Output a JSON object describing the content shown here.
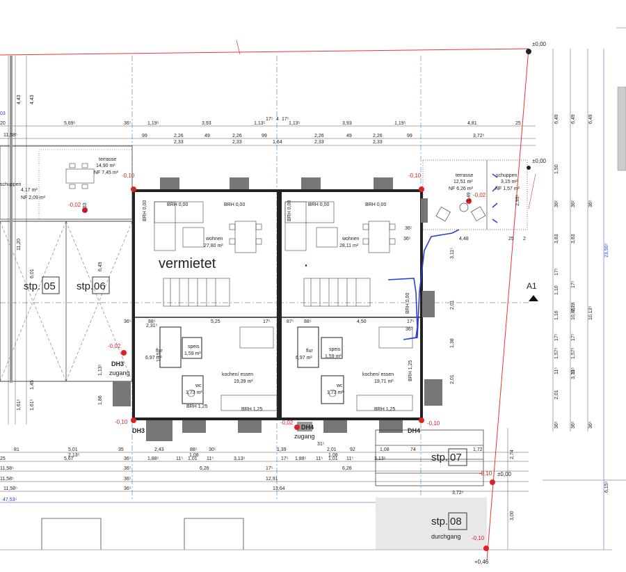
{
  "vermietet": "vermietet",
  "section_label": "A1",
  "levels": {
    "top_right": "±0,00",
    "terrace_right": "±0,00",
    "lower_right": "±0,00",
    "bottom": "+0,46",
    "m002a": "-0,02",
    "m002b": "-0,02",
    "m002c": "-0,02",
    "m002d": "-0,02",
    "m010a": "-0,10",
    "m010b": "-0,10",
    "m010c": "-0,10",
    "m010d": "-0,10",
    "m010e": "-0,10",
    "m010f": "-0,10"
  },
  "parking": {
    "p05": {
      "prefix": "stp.",
      "num": "05"
    },
    "p06": {
      "prefix": "stp.",
      "num": "06"
    },
    "p07": {
      "prefix": "stp.",
      "num": "07"
    },
    "p08": {
      "prefix": "stp.",
      "num": "08"
    },
    "durchgang": "durchgang"
  },
  "houses": {
    "dh3": "DH3",
    "dh3b": "DH3",
    "dh3_zugang": "zugang",
    "dh4": "DH4",
    "dh4b": "DH4",
    "dh4_zugang": "zugang"
  },
  "rooms": {
    "left_wohnen": "wohnen",
    "left_wohnen_area": "27,80 m²",
    "right_wohnen": "wohnen",
    "right_wohnen_area": "28,11 m²",
    "left_flur": "flur",
    "left_flur_area": "6,97 m²",
    "right_flur": "flur",
    "right_flur_area": "6,97 m²",
    "left_speis": "speis",
    "left_speis_area": "1,59 m²",
    "right_speis": "speis",
    "right_speis_area": "1,59 m²",
    "left_wc": "wc",
    "left_wc_area": "1,73 m²",
    "right_wc": "wc",
    "right_wc_area": "1,73 m²",
    "left_kochen": "kochen/ essen",
    "left_kochen_area": "19,39 m²",
    "right_kochen": "kochen/ essen",
    "right_kochen_area": "19,71 m²",
    "brh_000": "BRH 0,00",
    "brh_125": "BRH 1,25",
    "terrasse_l": "terrasse",
    "terrasse_l_area": "14,90 m²",
    "terrasse_l_nf": "NF 7,45 m²",
    "schuppen_l": "schuppen",
    "schuppen_l_area": "4,17 m²",
    "schuppen_l_nf": "NF 2,09 m²",
    "terrasse_r": "terrasse",
    "terrasse_r_area": "12,51 m²",
    "terrasse_r_nf": "NF 6,26 m²",
    "schuppen_r": "schuppen",
    "schuppen_r_area": "3,15 m²",
    "schuppen_r_nf": "NF 1,57 m²"
  },
  "dims_top": {
    "r1": [
      "5,69⁵",
      "36⁵",
      "1,19⁵",
      "3,93",
      "1,13⁵",
      "17⁵",
      "4",
      "17⁵",
      "1,13⁵",
      "3,93",
      "1,19⁵",
      "4,81",
      "25"
    ],
    "r2": [
      "99",
      "2,26",
      "49",
      "2,26",
      "99",
      "2,26",
      "49",
      "2,26",
      "99",
      "3,72⁵"
    ],
    "r3": [
      "2,33",
      "2,33",
      "1,64",
      "2,33",
      "2,33"
    ],
    "left_a": "20",
    "left_b": "11,58⁵",
    "left_c": "03",
    "vert_a": "4,43",
    "vert_b": "4,43"
  },
  "dims_mid": {
    "d525": "5,25",
    "d450": "4,50",
    "d448": "4,48",
    "d36a": "36⁵",
    "d36b": "36⁵",
    "d25": "25",
    "d2": "2",
    "d88a": "88⁵",
    "d88b": "88⁵",
    "d17a": "17⁵",
    "d17b": "17⁵",
    "d87": "87⁵",
    "d231": "2,31⁵",
    "d36c": "36⁵",
    "d36d": "36⁵",
    "v1120": "11,20",
    "v601": "6,01",
    "v649": "6,49",
    "v145": "1,45",
    "v161a": "1,61⁵",
    "v161b": "1,61⁵",
    "v186": "1,86",
    "v311": "3,11⁵",
    "v201": "2,01",
    "v113a": "1,13⁵",
    "v138": "1,38",
    "v201b": "2,01",
    "v115": "1,15",
    "v299": "2,99⁵",
    "v149": "1,49",
    "v233": "2,33"
  },
  "dims_bottom": {
    "r1": [
      "81",
      "5,01",
      "35",
      "2,43",
      "88⁵",
      "30⁵",
      "1,39",
      "31⁵",
      "2,01",
      "92",
      "1,08",
      "74",
      "1,72"
    ],
    "r2": [
      "25",
      "2,13⁵",
      "1,08",
      "1,08"
    ],
    "r3": [
      "5,67",
      "36⁵",
      "1,88⁵",
      "11⁵",
      "1,01",
      "11⁵",
      "3,13⁵",
      "17⁵",
      "1,88⁵",
      "11⁵",
      "1,01",
      "11⁵",
      "3,13⁵"
    ],
    "r4": [
      "11,58⁵",
      "36⁵",
      "6,26",
      "17⁵",
      "6,26"
    ],
    "r5": [
      "11,58⁵",
      "36⁵",
      "12,91"
    ],
    "r6": [
      "11,58⁵",
      "36⁵",
      "13,64",
      "3,72⁵"
    ],
    "r7": "47,53⁵",
    "left_r2": "25",
    "left_r3": "1,25",
    "d274": "2,74",
    "d300": "3,00"
  },
  "dims_right": {
    "c1": [
      "6,49",
      "1,50",
      "36⁵",
      "3,83",
      "17⁵",
      "1,10",
      "1,16",
      "17⁵",
      "1,57⁵",
      "11⁵",
      "2,01",
      "36⁵"
    ],
    "c2": [
      "6,49",
      "36⁵",
      "3,83",
      "17⁵",
      "2,28",
      "17⁵",
      "1,57⁵",
      "11⁵",
      "3,70",
      "36⁵"
    ],
    "c3": [
      "6,49",
      "36⁵",
      "10,13⁵",
      "10,86⁵",
      "36⁵"
    ],
    "total": "23,50⁵",
    "total2": "6,15⁵"
  }
}
